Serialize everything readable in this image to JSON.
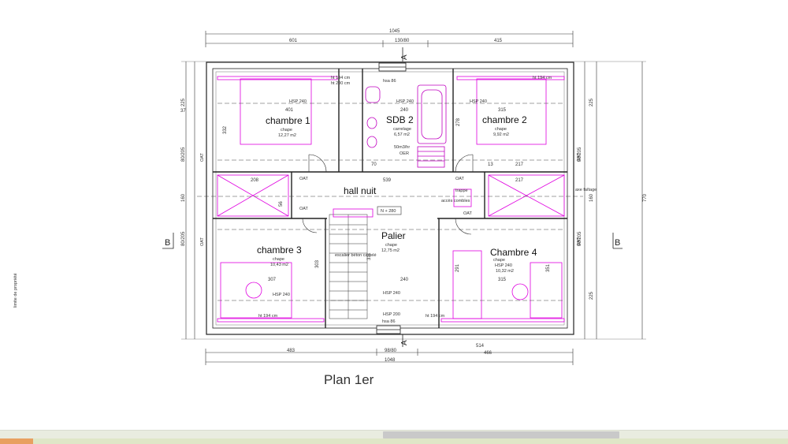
{
  "title": "Plan 1er",
  "rooms": {
    "chambre1": {
      "name": "chambre 1",
      "floor": "chape",
      "area": "12,27 m2"
    },
    "sdb2": {
      "name": "SDB 2",
      "floor": "carrelage",
      "area": "6,57 m2"
    },
    "chambre2": {
      "name": "chambre 2",
      "floor": "chape",
      "area": "9,92 m2"
    },
    "hall": {
      "name": "hall nuit"
    },
    "palier": {
      "name": "Palier",
      "floor": "chape",
      "area": "12,75 m2"
    },
    "chambre3": {
      "name": "chambre 3",
      "floor": "chape",
      "area": "10,43 m2"
    },
    "chambre4": {
      "name": "Chambre 4",
      "floor": "chape",
      "hsp": "HSP 240",
      "area": "10,32 m2"
    }
  },
  "labels": {
    "level": "N + 280",
    "escalier": "escalier béton carrelé",
    "trappe": "trappe",
    "acces_combles": "accès combles",
    "axe_faitage": "axe faîtage",
    "limite": "limite de propriété",
    "ventil": "50m3/hr",
    "oer": "OER",
    "oat": "OAT",
    "hsp240": "HSP 240",
    "hsp200": "HSP 200",
    "ht_194": "ht 194 cm",
    "ht_194b": "ht 194 cm",
    "ht_200": "ht 200 cm",
    "hsa86": "hsa 86",
    "hsa86b": "hsa 86",
    "section_a": "A",
    "section_b": "B"
  },
  "dims": {
    "total_top": "1045",
    "top_left": "601",
    "top_mid": "130/80",
    "top_right": "415",
    "bottom_left": "483",
    "bottom_mid": "98/80",
    "bottom_right1": "514",
    "bottom_right2": "466",
    "total_bottom": "1048",
    "right_total": "770",
    "r401": "401",
    "r240": "240",
    "r315": "315",
    "r332": "332",
    "r278": "278",
    "r307": "307",
    "r315b": "315",
    "r2402": "240",
    "r37": "37",
    "r225": "225",
    "r160": "160",
    "r80205": "80/205",
    "r208": "208",
    "r217": "217",
    "r70": "70",
    "r13": "13",
    "r311": "311",
    "r291": "291",
    "r351": "351",
    "r303": "303",
    "r539": "539",
    "r56": "56"
  }
}
